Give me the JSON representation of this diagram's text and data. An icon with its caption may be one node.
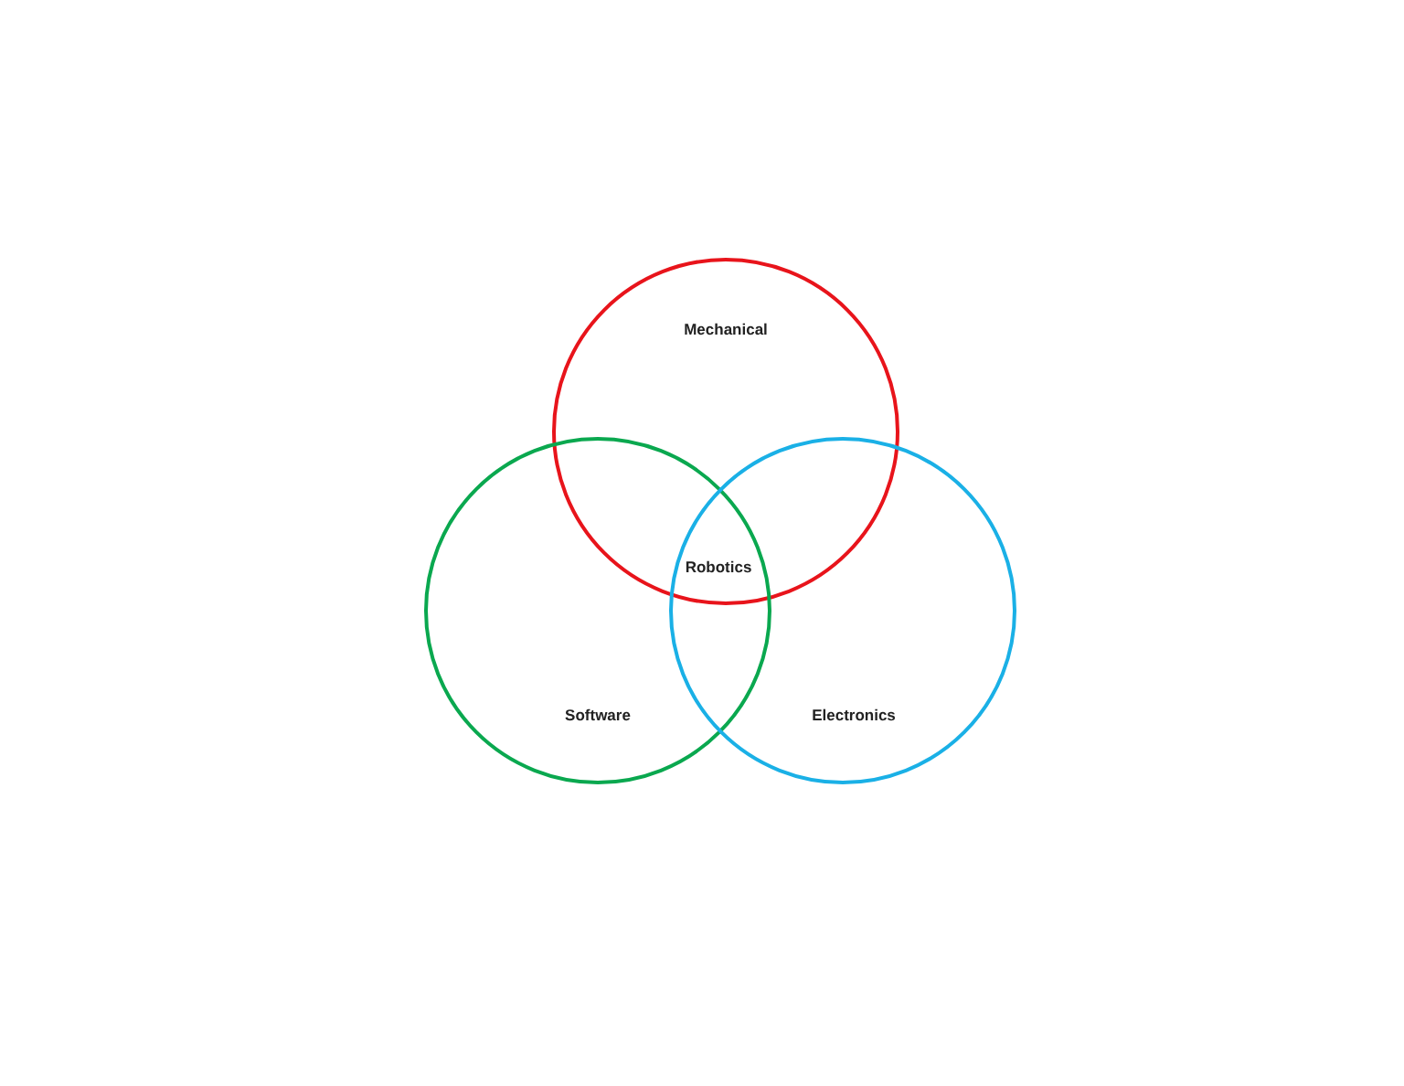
{
  "diagram": {
    "nodes": [
      {
        "text": [
          "Mechanical"
        ]
      },
      {
        "text": [
          "Software"
        ]
      },
      {
        "text": [
          "Electronics"
        ]
      }
    ],
    "edges": [],
    "labels": [
      "Robotics"
    ]
  }
}
